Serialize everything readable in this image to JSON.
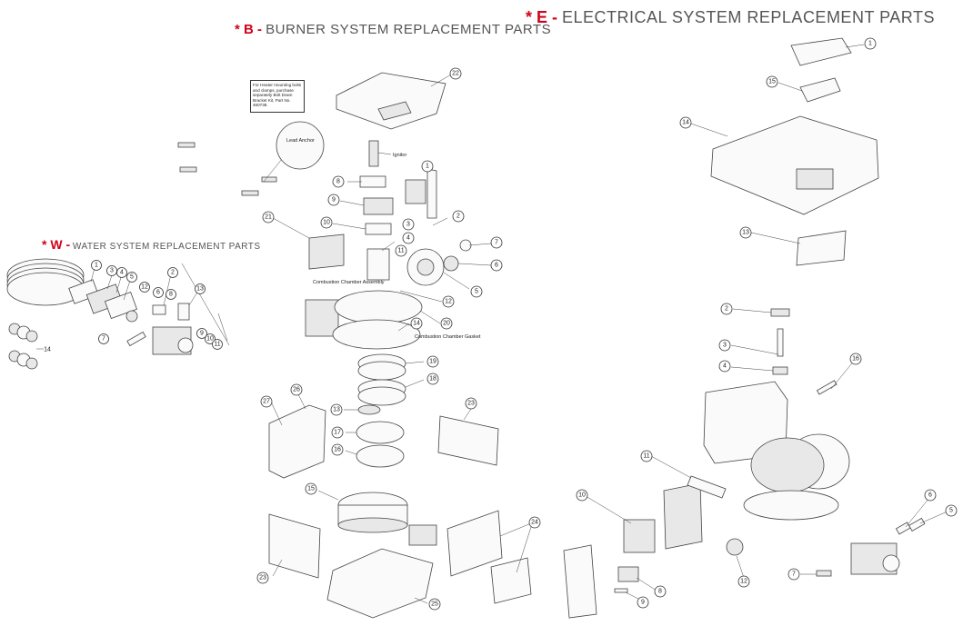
{
  "sections": {
    "burner": {
      "mark": "* B -",
      "title": "BURNER SYSTEM REPLACEMENT PARTS"
    },
    "electrical": {
      "mark": "* E -",
      "title": "ELECTRICAL SYSTEM REPLACEMENT PARTS"
    },
    "water": {
      "mark": "* W -",
      "title": "WATER SYSTEM REPLACEMENT PARTS"
    }
  },
  "labels": {
    "note": "For Heater mounting bolts and clamps, purchase separately Bolt Down Bracket Kit, Part No. 460738.",
    "ignitor": "Ignitor",
    "lead_anchor": "Lead Anchor",
    "combustion_chamber_assembly": "Combustion Chamber Assembly",
    "combustion_chamber_gasket": "Combustion Chamber Gasket"
  },
  "callouts": {
    "burner": [
      "22",
      "8",
      "9",
      "10",
      "21",
      "1",
      "2",
      "3",
      "4",
      "7",
      "6",
      "11",
      "5",
      "12",
      "20",
      "14",
      "19",
      "18",
      "13",
      "27",
      "26",
      "23",
      "17",
      "16",
      "15",
      "24",
      "25"
    ],
    "electrical": [
      "1",
      "15",
      "14",
      "13",
      "2",
      "3",
      "4",
      "16",
      "11",
      "10",
      "6",
      "5",
      "7",
      "8",
      "9",
      "12"
    ],
    "water": [
      "1",
      "2",
      "3",
      "4",
      "5",
      "12",
      "6",
      "8",
      "13",
      "7",
      "9",
      "10",
      "11",
      "14"
    ]
  },
  "colors": {
    "accent": "#d0021b",
    "line": "#444444",
    "title": "#555555"
  }
}
